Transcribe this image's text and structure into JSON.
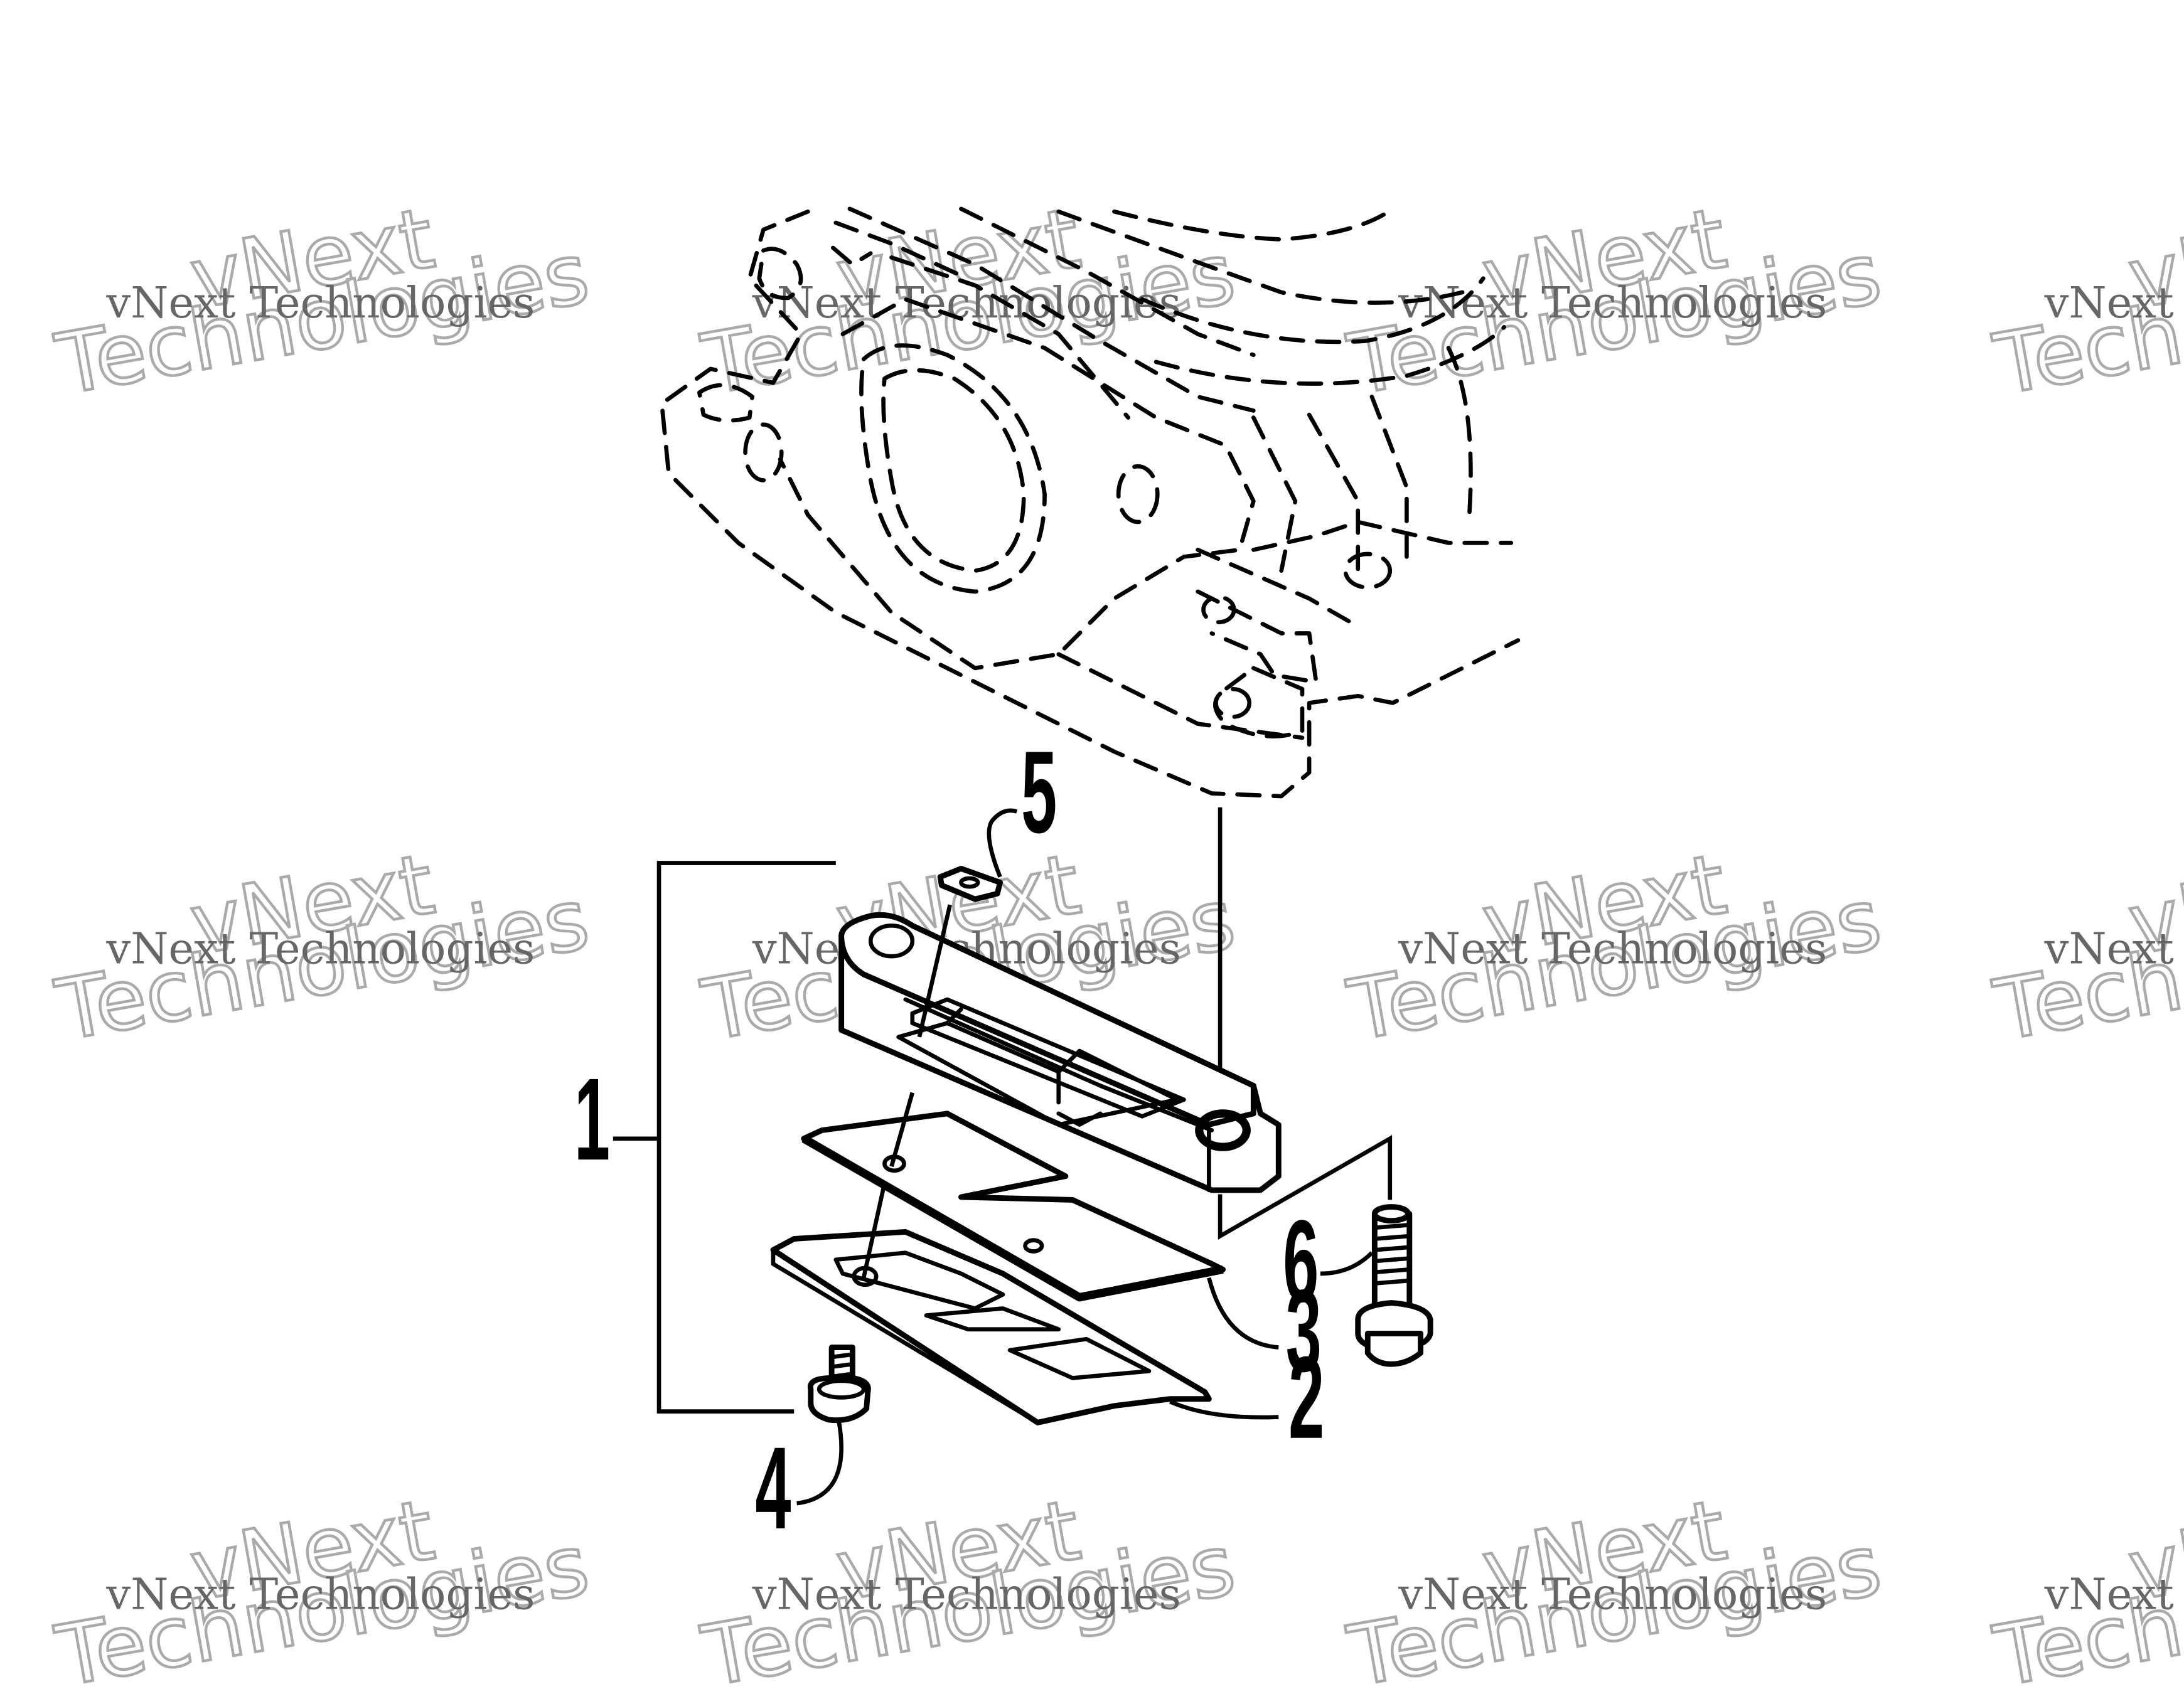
{
  "diagram": {
    "callouts": [
      "1",
      "2",
      "3",
      "4",
      "5",
      "6"
    ],
    "watermark": {
      "line1": "vNext Technologies",
      "line2": "vNext",
      "line3": "Technologies"
    }
  }
}
